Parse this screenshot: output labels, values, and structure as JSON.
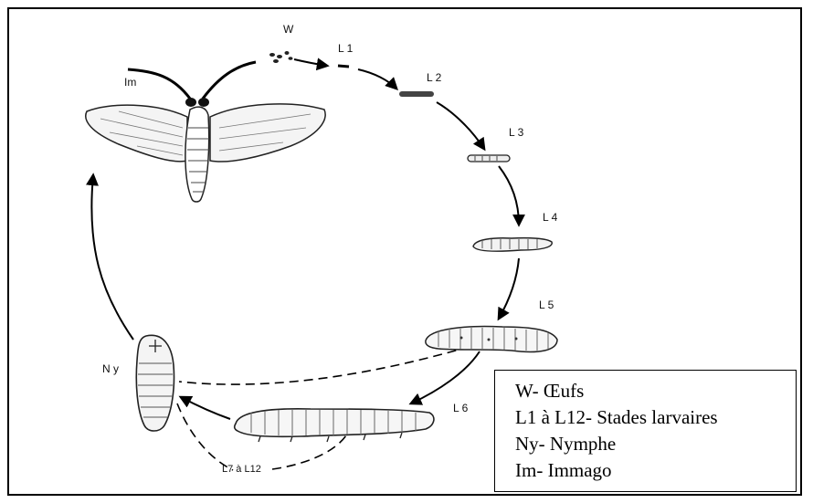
{
  "labels": {
    "w": "W",
    "l1": "L 1",
    "l2": "L 2",
    "l3": "L 3",
    "l4": "L 4",
    "l5": "L 5",
    "l6": "L 6",
    "l7_l12": "L7 à L12",
    "ny": "N y",
    "im": "Im"
  },
  "legend": [
    "W- Œufs",
    "L1 à L12- Stades larvaires",
    "Ny- Nymphe",
    "Im- Immago"
  ]
}
